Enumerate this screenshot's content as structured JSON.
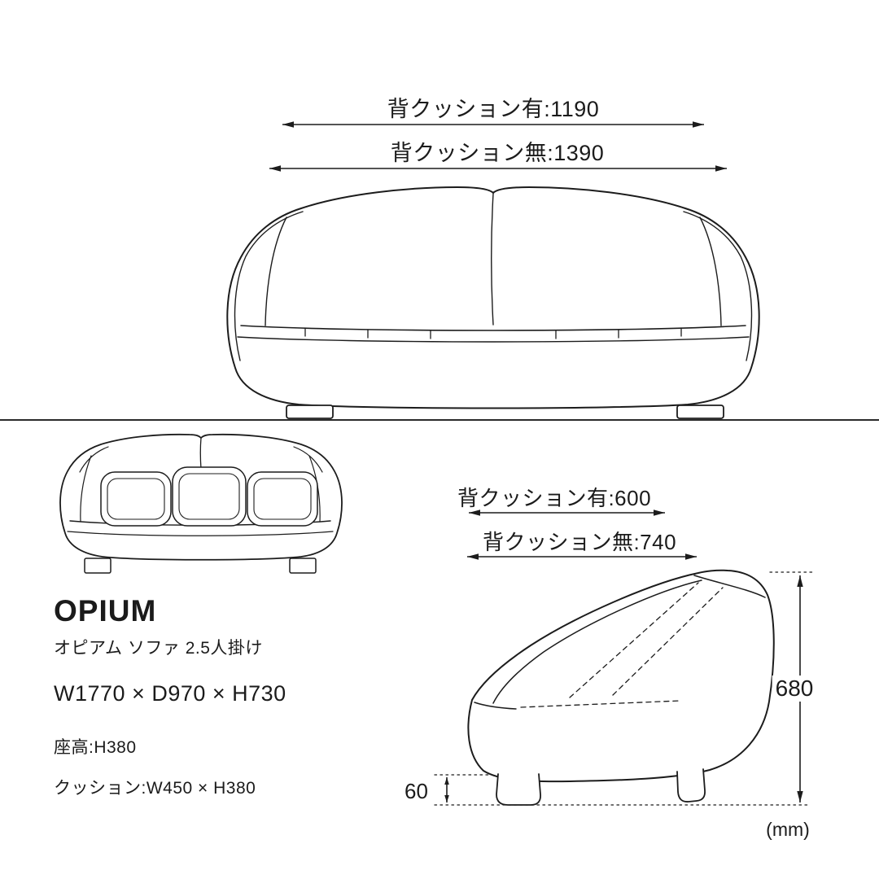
{
  "page": {
    "unit_label": "(mm)"
  },
  "front_view": {
    "dim_with_back_cushion": "背クッション有:1190",
    "dim_without_back_cushion": "背クッション無:1390"
  },
  "side_view": {
    "dim_with_back_cushion": "背クッション有:600",
    "dim_without_back_cushion": "背クッション無:740",
    "overall_height": "680",
    "leg_height": "60"
  },
  "product": {
    "name": "OPIUM",
    "subtitle": "オピアム ソファ 2.5人掛け",
    "size": "W1770 × D970 × H730",
    "seat_height": "座高:H380",
    "cushion_size": "クッション:W450 × H380"
  }
}
